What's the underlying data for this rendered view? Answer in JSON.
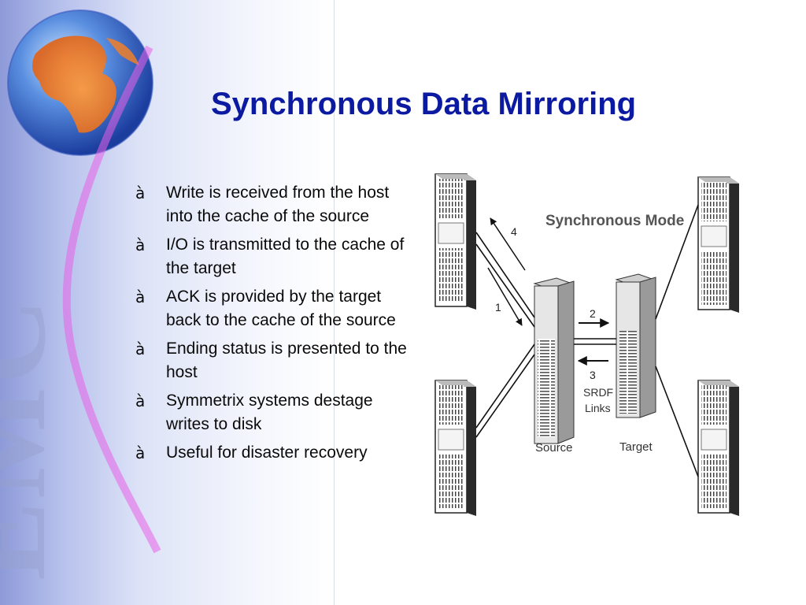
{
  "slide": {
    "title": "Synchronous Data Mirroring",
    "watermark": "EMC",
    "bullet_glyph": "à",
    "bullets": [
      "Write is received from the host into the cache of the source",
      "I/O is transmitted to the cache of the target",
      "ACK is provided by the target back to the cache of the source",
      "Ending status is presented to the host",
      "Symmetrix systems destage writes to disk",
      "Useful for disaster recovery"
    ]
  },
  "diagram": {
    "mode_label": "Synchronous Mode",
    "step_1": "1",
    "step_2": "2",
    "step_3": "3",
    "step_4": "4",
    "srdf_label": "SRDF",
    "links_label": "Links",
    "source_label": "Source",
    "target_label": "Target"
  },
  "colors": {
    "title": "#0b1aa0",
    "text": "#0a0a0a"
  }
}
